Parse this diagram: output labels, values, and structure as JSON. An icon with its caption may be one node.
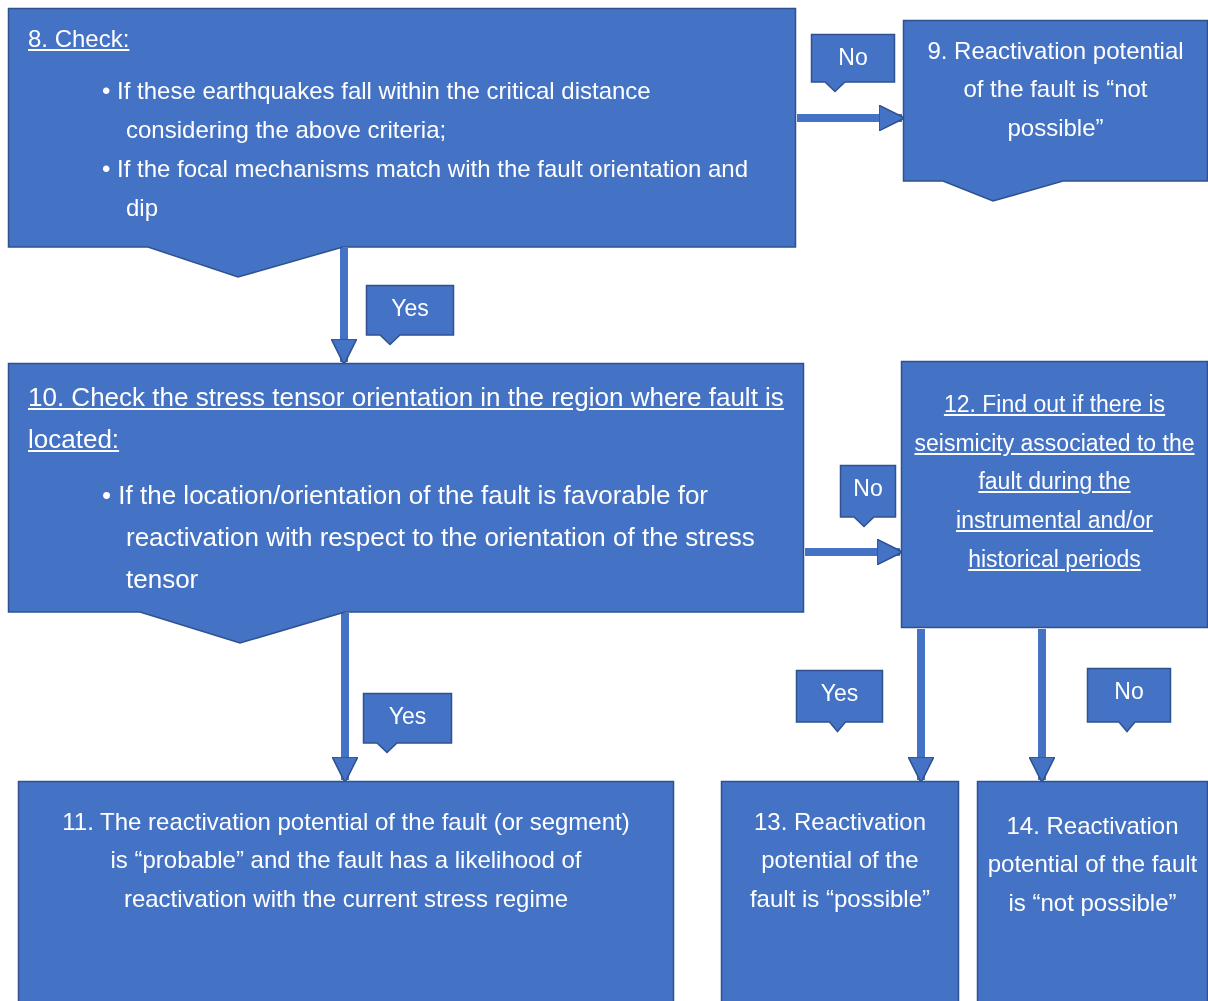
{
  "diagram": {
    "nodes": [
      {
        "text": [
          "8. Check:",
          "• If these earthquakes fall within the critical distance considering the above criteria;",
          "• If the focal mechanisms match with the fault orientation and dip"
        ]
      },
      {
        "text": [
          "9. Reactivation potential of the fault is “not possible”"
        ]
      },
      {
        "text": [
          "10. Check the stress tensor orientation in the region where fault is located:",
          "• If the location/orientation of the fault is favorable for reactivation with respect to the orientation of the stress tensor"
        ]
      },
      {
        "text": [
          "12. Find out if there is seismicity associated to the fault during the instrumental and/or historical periods"
        ]
      },
      {
        "text": [
          "11. The reactivation potential of the fault (or segment) is “probable” and the fault has a likelihood of reactivation with the current stress regime"
        ]
      },
      {
        "text": [
          "13. Reactivation potential of the fault is “possible”"
        ]
      },
      {
        "text": [
          "14. Reactivation potential of the fault is “not possible”"
        ]
      }
    ],
    "edges": [
      {
        "from": 0,
        "to": 1,
        "arrow": "to",
        "label": "No"
      },
      {
        "from": 0,
        "to": 2,
        "arrow": "to",
        "label": "Yes"
      },
      {
        "from": 2,
        "to": 3,
        "arrow": "to",
        "label": "No"
      },
      {
        "from": 2,
        "to": 4,
        "arrow": "to",
        "label": "Yes"
      },
      {
        "from": 3,
        "to": 5,
        "arrow": "to",
        "label": "Yes"
      },
      {
        "from": 3,
        "to": 6,
        "arrow": "to",
        "label": "No"
      }
    ]
  }
}
